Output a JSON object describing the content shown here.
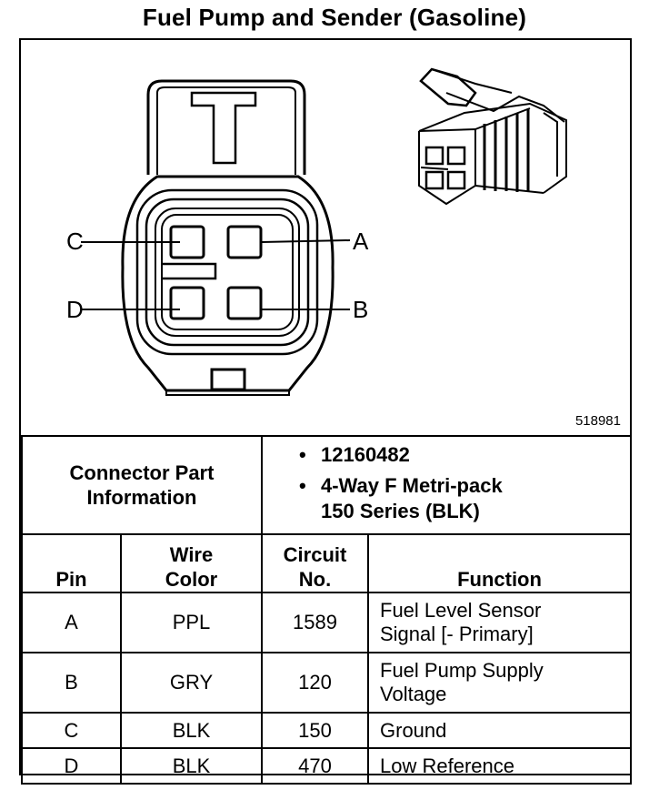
{
  "title": "Fuel Pump and Sender (Gasoline)",
  "diagram": {
    "figure_id": "518981",
    "pin_labels": [
      "A",
      "B",
      "C",
      "D"
    ]
  },
  "connector_info": {
    "label": "Connector Part Information",
    "items": [
      "12160482",
      "4-Way F Metri-pack 150 Series (BLK)"
    ]
  },
  "table": {
    "headers": [
      "Pin",
      "Wire Color",
      "Circuit No.",
      "Function"
    ],
    "rows": [
      {
        "pin": "A",
        "color": "PPL",
        "circuit": "1589",
        "function": "Fuel Level Sensor Signal [- Primary]"
      },
      {
        "pin": "B",
        "color": "GRY",
        "circuit": "120",
        "function": "Fuel Pump Supply Voltage"
      },
      {
        "pin": "C",
        "color": "BLK",
        "circuit": "150",
        "function": "Ground"
      },
      {
        "pin": "D",
        "color": "BLK",
        "circuit": "470",
        "function": "Low Reference"
      }
    ]
  }
}
